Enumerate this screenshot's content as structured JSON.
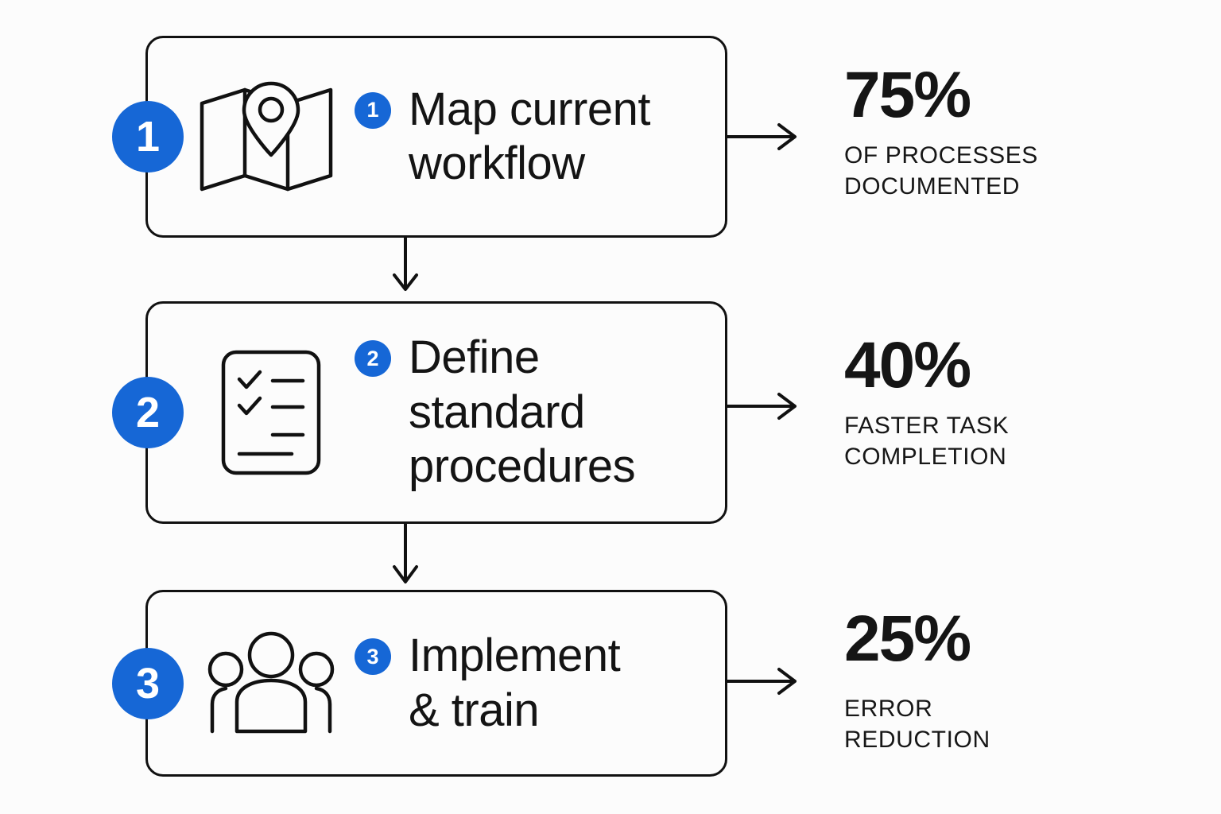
{
  "theme": {
    "background": "#fcfcfc",
    "accent_blue": "#1667d6",
    "ink": "#141414"
  },
  "steps": [
    {
      "number": "1",
      "inline_number": "1",
      "icon": "folded-map-pin-icon",
      "title": "Map current\nworkflow",
      "stat_value": "75%",
      "stat_caption": "OF PROCESSES\nDOCUMENTED"
    },
    {
      "number": "2",
      "inline_number": "2",
      "icon": "checklist-document-icon",
      "title": "Define\nstandard\nprocedures",
      "stat_value": "40%",
      "stat_caption": "FASTER TASK\nCOMPLETION"
    },
    {
      "number": "3",
      "inline_number": "3",
      "icon": "people-group-icon",
      "title": "Implement\n& train",
      "stat_value": "25%",
      "stat_caption": "ERROR\nREDUCTION"
    }
  ],
  "connectors": {
    "down_arrow_1_2": "arrow-down",
    "down_arrow_2_3": "arrow-down",
    "right_arrow_1": "arrow-right",
    "right_arrow_2": "arrow-right",
    "right_arrow_3": "arrow-right"
  }
}
